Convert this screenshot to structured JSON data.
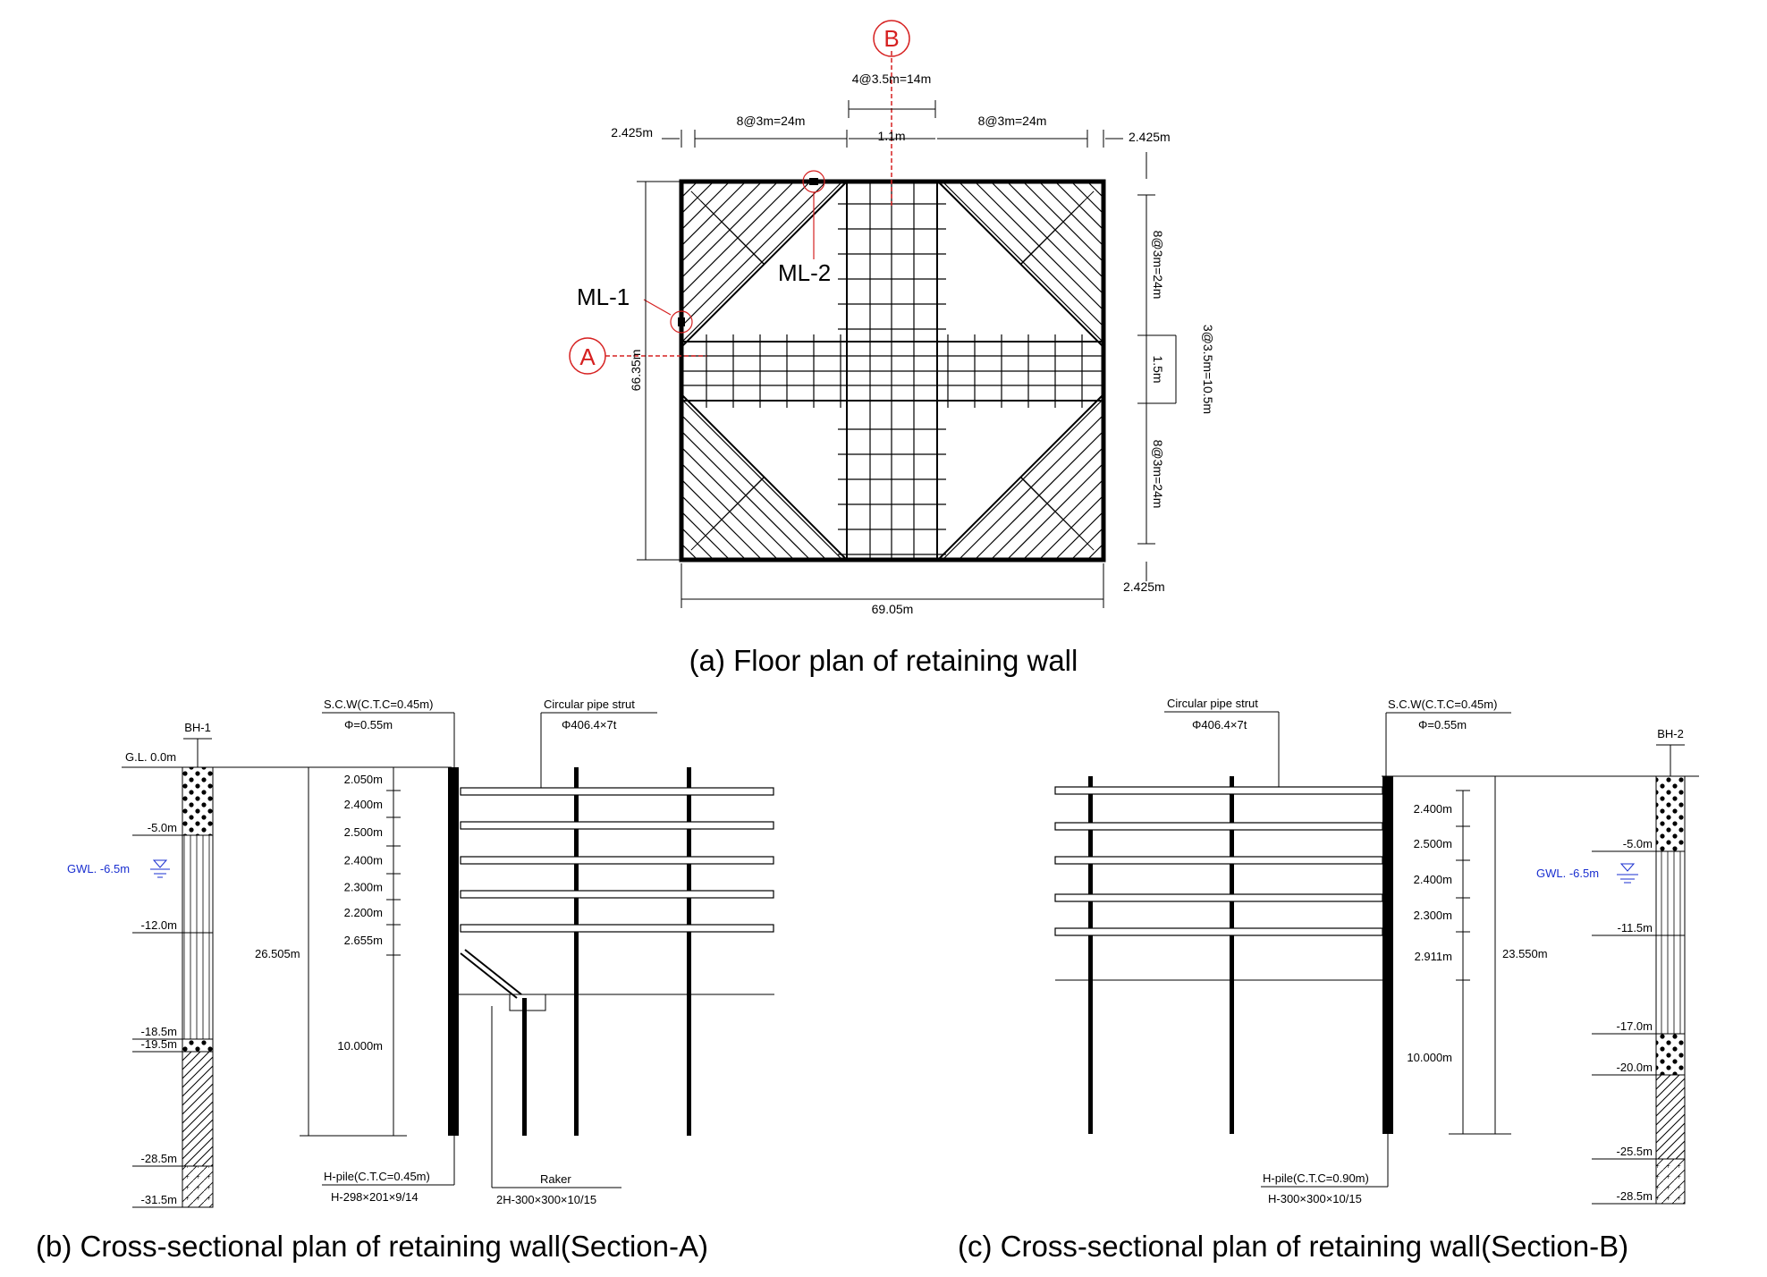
{
  "colors": {
    "marker": "#d62020",
    "groundwater": "#1a2fd0",
    "line": "#000000"
  },
  "captions": {
    "a": "(a) Floor plan of retaining wall",
    "b": "(b) Cross-sectional plan of retaining wall(Section-A)",
    "c": "(c) Cross-sectional plan of retaining wall(Section-B)"
  },
  "plan": {
    "marker_a": "A",
    "marker_b": "B",
    "ml1": "ML-1",
    "ml2": "ML-2",
    "dim_top_center": "4@3.5m=14m",
    "dim_top_left": "8@3m=24m",
    "dim_top_mid": "1.1m",
    "dim_top_right": "8@3m=24m",
    "dim_corner_tl": "2.425m",
    "dim_corner_tr": "2.425m",
    "dim_corner_br": "2.425m",
    "dim_left_total": "66.35m",
    "dim_right_upper": "8@3m=24m",
    "dim_right_mid": "1.5m",
    "dim_right_lower": "8@3m=24m",
    "dim_right_total": "3@3.5m=10.5m",
    "dim_bottom": "69.05m"
  },
  "section_a": {
    "borehole": "BH-1",
    "gl": "G.L. 0.0m",
    "gwl": "GWL. -6.5m",
    "depths": [
      "-5.0m",
      "-12.0m",
      "-18.5m",
      "-19.5m",
      "-28.5m",
      "-31.5m"
    ],
    "scw_title": "S.C.W(C.T.C=0.45m)",
    "scw_dia": "Φ=0.55m",
    "strut_title": "Circular pipe strut",
    "strut_size": "Φ406.4×7t",
    "spacings": [
      "2.050m",
      "2.400m",
      "2.500m",
      "2.400m",
      "2.300m",
      "2.200m",
      "2.655m",
      "10.000m"
    ],
    "total": "26.505m",
    "hpile_title": "H-pile(C.T.C=0.45m)",
    "hpile_size": "H-298×201×9/14",
    "raker_title": "Raker",
    "raker_size": "2H-300×300×10/15"
  },
  "section_b": {
    "borehole": "BH-2",
    "gwl": "GWL. -6.5m",
    "depths": [
      "-5.0m",
      "-11.5m",
      "-17.0m",
      "-20.0m",
      "-25.5m",
      "-28.5m"
    ],
    "scw_title": "S.C.W(C.T.C=0.45m)",
    "scw_dia": "Φ=0.55m",
    "strut_title": "Circular pipe strut",
    "strut_size": "Φ406.4×7t",
    "spacings": [
      "2.400m",
      "2.500m",
      "2.400m",
      "2.300m",
      "2.911m",
      "10.000m"
    ],
    "total": "23.550m",
    "hpile_title": "H-pile(C.T.C=0.90m)",
    "hpile_size": "H-300×300×10/15"
  }
}
